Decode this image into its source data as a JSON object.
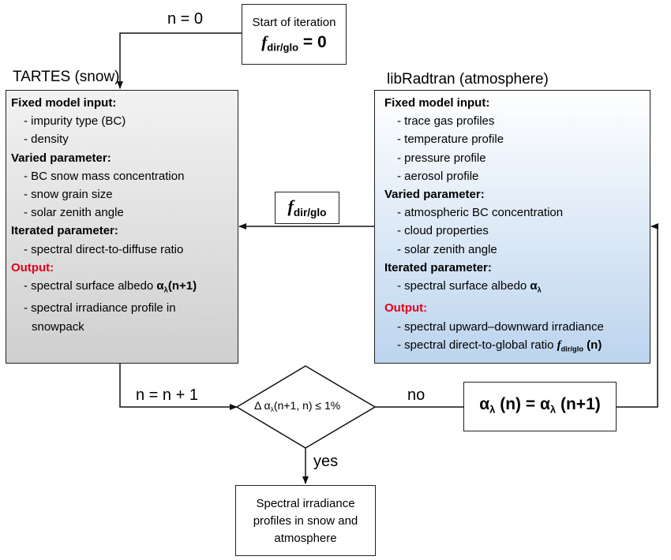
{
  "start": {
    "line1": "Start of iteration",
    "symbol": "f",
    "symbol_sub": "dir/glo",
    "eq": " = 0"
  },
  "n_init": "n = 0",
  "tartes": {
    "title": "TARTES (snow)",
    "fixed_head": "Fixed model input:",
    "fixed_items": [
      "- impurity type (BC)",
      "- density"
    ],
    "varied_head": "Varied parameter:",
    "varied_items": [
      "- BC snow mass concentration",
      "- snow grain size",
      "- solar zenith angle"
    ],
    "iter_head": "Iterated parameter:",
    "iter_items": [
      "- spectral direct-to-diffuse ratio"
    ],
    "out_head": "Output:",
    "out_item1_pre": "- spectral surface albedo ",
    "out_item1_sym": "α",
    "out_item1_sub": "λ",
    "out_item1_post": "(n+1)",
    "out_item2a": "- spectral irradiance profile in",
    "out_item2b": "snowpack"
  },
  "libradtran": {
    "title": "libRadtran (atmosphere)",
    "fixed_head": "Fixed model input:",
    "fixed_items": [
      "- trace gas profiles",
      "- temperature profile",
      "- pressure profile",
      "- aerosol profile"
    ],
    "varied_head": "Varied parameter:",
    "varied_items": [
      "- atmospheric BC concentration",
      "- cloud properties",
      "- solar zenith angle"
    ],
    "iter_head": "Iterated parameter:",
    "iter_pre": "- spectral surface albedo ",
    "iter_sym": "α",
    "iter_sub": "λ",
    "out_head": "Output:",
    "out_item1": "- spectral upward–downward irradiance",
    "out_item2_pre": "- spectral direct-to-global ratio ",
    "out_item2_sym": "f",
    "out_item2_sub": "dir/glo",
    "out_item2_post": " (n)"
  },
  "fdir_box": {
    "symbol": "f",
    "sub": "dir/glo"
  },
  "n_inc": "n = n + 1",
  "decision": {
    "pre": "Δ α",
    "sub": "λ",
    "post": "(n+1, n) ≤ 1%"
  },
  "no_label": "no",
  "yes_label": "yes",
  "update": {
    "a": "α",
    "sub1": "λ",
    "mid": " (n) = α",
    "sub2": "λ",
    "post": " (n+1)"
  },
  "final": {
    "line1": "Spectral irradiance",
    "line2": "profiles in snow and",
    "line3": "atmosphere"
  },
  "colors": {
    "tartes_top": "#f2f2f2",
    "tartes_bottom": "#cfcfcf",
    "lib_top": "#ffffff",
    "lib_bottom": "#bcd4ee",
    "output_red": "#e2001a"
  }
}
